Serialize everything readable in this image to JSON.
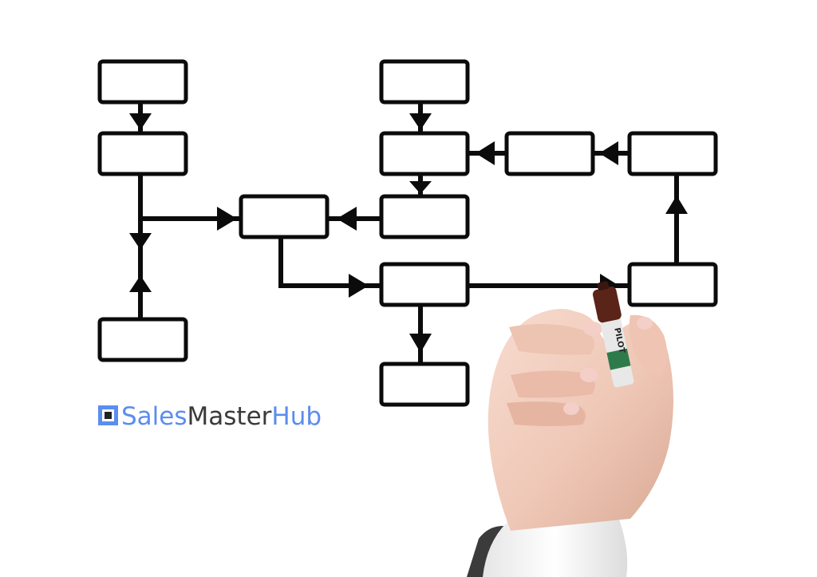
{
  "brand": {
    "part1": "Sales",
    "part2": "Master",
    "part3": "Hub",
    "colors": {
      "blue": "#5b8def",
      "dark": "#3a3a3a"
    }
  },
  "marker": {
    "label": "PILOT"
  },
  "diagram": {
    "type": "flowchart",
    "box_count": 12,
    "box_labels": [
      "",
      "",
      "",
      "",
      "",
      "",
      "",
      "",
      "",
      "",
      "",
      ""
    ]
  }
}
